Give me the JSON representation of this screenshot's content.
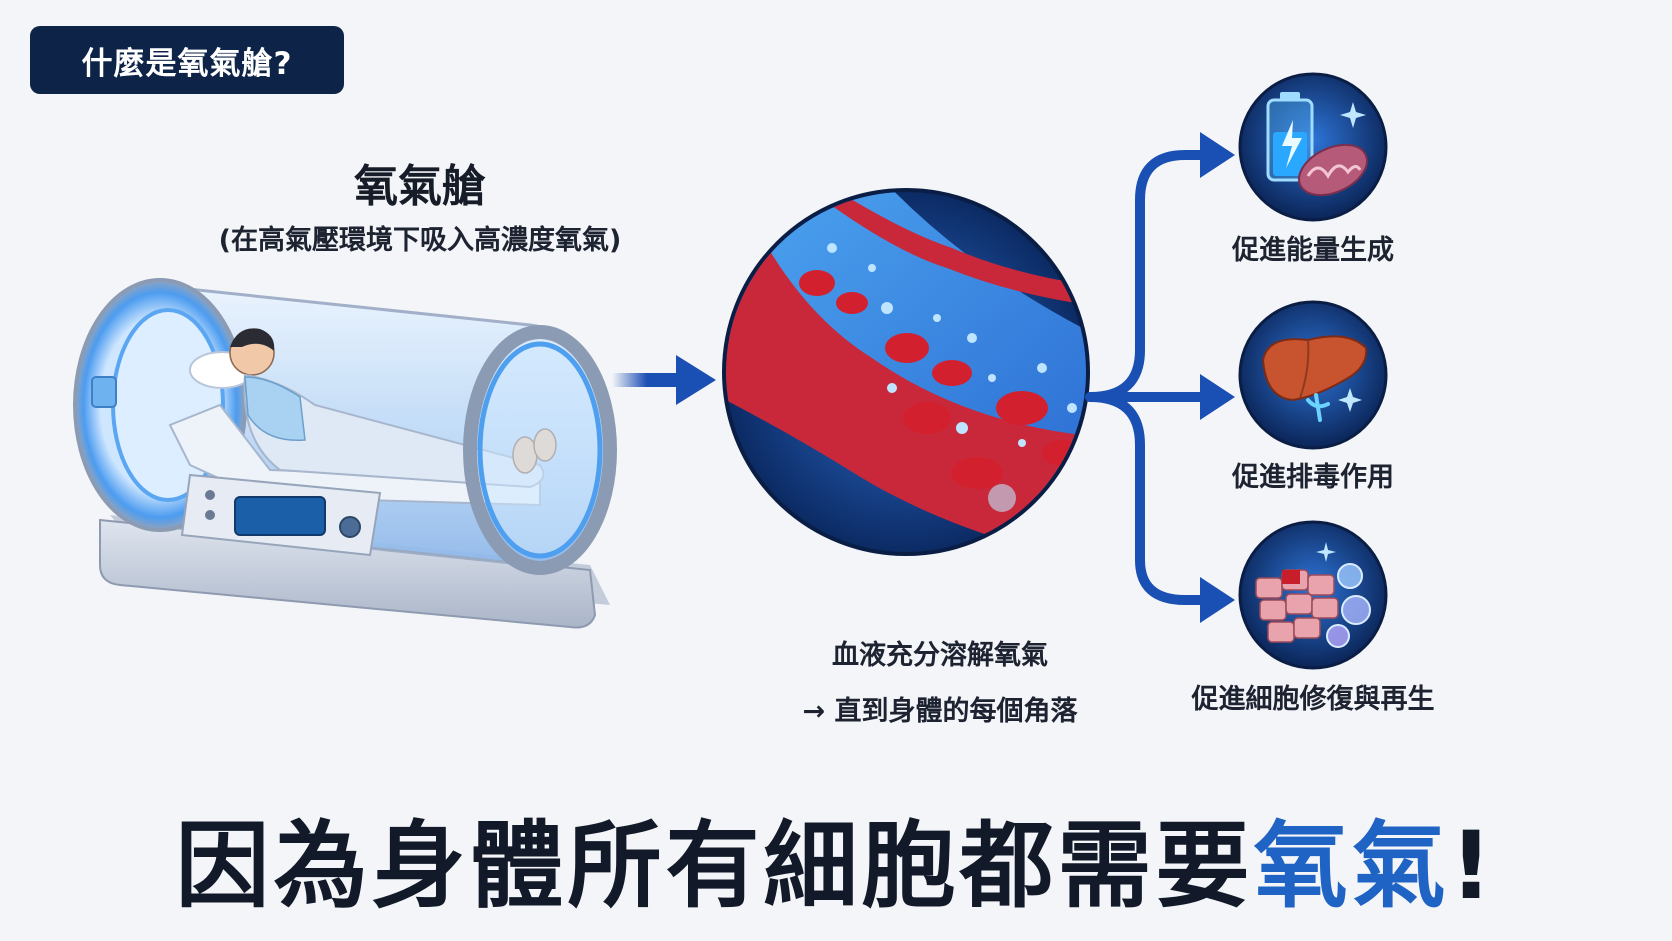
{
  "badge": {
    "label": "什麼是氧氣艙?"
  },
  "chamber": {
    "title": "氧氣艙",
    "subtitle": "(在高氣壓環境下吸入高濃度氧氣)"
  },
  "blood": {
    "line1": "血液充分溶解氧氣",
    "line2": "→ 直到身體的每個角落"
  },
  "benefits": [
    {
      "label": "促進能量生成",
      "icon": "battery-mitochondria-icon"
    },
    {
      "label": "促進排毒作用",
      "icon": "liver-icon"
    },
    {
      "label": "促進細胞修復與再生",
      "icon": "cell-tissue-icon"
    }
  ],
  "headline": {
    "text": "因為身體所有細胞都需要",
    "accent": "氧氣",
    "end": "!"
  },
  "colors": {
    "badge_bg": "#0d2347",
    "accent_blue": "#1f63c4",
    "arrow_blue": "#1a4fb3",
    "blood_red": "#c9283a"
  }
}
